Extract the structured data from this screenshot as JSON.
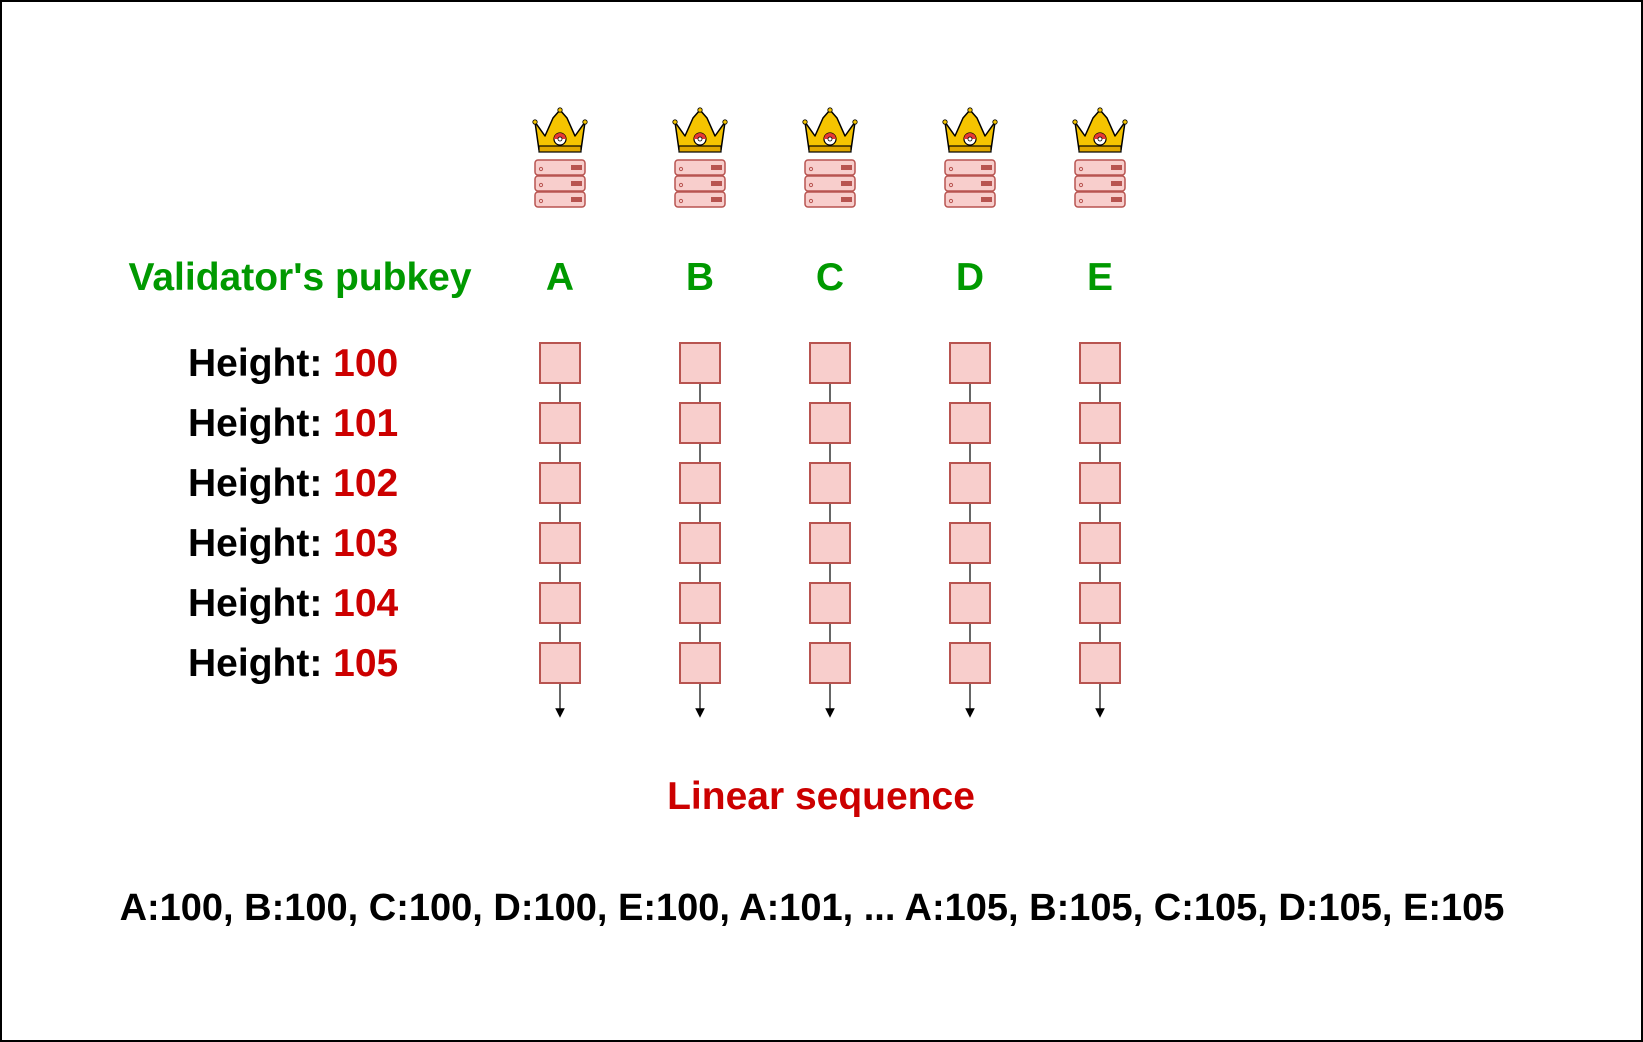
{
  "pubkey_label": "Validator's pubkey",
  "height_prefix": "Height:",
  "validators": [
    {
      "id": "A",
      "icons": [
        "crown-icon",
        "server-icon"
      ]
    },
    {
      "id": "B",
      "icons": [
        "crown-icon",
        "server-icon"
      ]
    },
    {
      "id": "C",
      "icons": [
        "crown-icon",
        "server-icon"
      ]
    },
    {
      "id": "D",
      "icons": [
        "crown-icon",
        "server-icon"
      ]
    },
    {
      "id": "E",
      "icons": [
        "crown-icon",
        "server-icon"
      ]
    }
  ],
  "heights": [
    "100",
    "101",
    "102",
    "103",
    "104",
    "105"
  ],
  "sequence_title": "Linear sequence",
  "sequence_text": "A:100, B:100, C:100, D:100, E:100, A:101, ... A:105, B:105, C:105, D:105, E:105",
  "colors": {
    "green": "#009900",
    "red": "#cc0000",
    "block_fill": "#f8cecc",
    "block_stroke": "#b85450",
    "crown": "#f5c400",
    "text": "#000000"
  }
}
